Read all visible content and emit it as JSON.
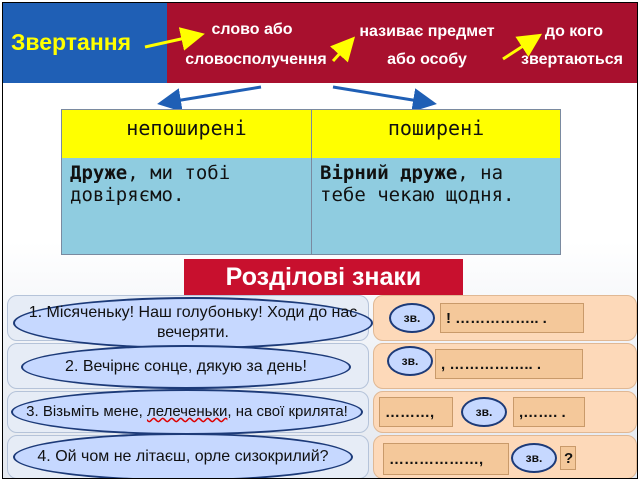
{
  "header": {
    "title": "Звертання",
    "phrase1_line1": "слово або",
    "phrase1_line2": "словосполучення",
    "phrase2_line1": "називає предмет",
    "phrase2_line2": "або особу",
    "phrase3_line1": "до кого",
    "phrase3_line2": "звертаються"
  },
  "table": {
    "col1_header": "непоширені",
    "col2_header": "поширені",
    "col1_example_bold": "Друже",
    "col1_example_rest": ", ми тобі довіряємо.",
    "col2_example_bold": "Вірний друже",
    "col2_example_rest": ", на тебе чекаю щодня."
  },
  "banner": "Розділові знаки",
  "rows": [
    {
      "sentence": "1. Місяченьку! Наш голубоньку! Ходи до нас вечеряти.",
      "badge": "зв.",
      "pattern": "! …………….. ."
    },
    {
      "sentence": "2. Вечірнє сонце, дякую за день!",
      "badge": "зв.",
      "pattern": ", …………….. ."
    },
    {
      "sentence_pre": "3. Візьміть мене, ",
      "sentence_word": "лелеченьки",
      "sentence_post": ", на свої крилята!",
      "badge": "зв.",
      "pattern_left": "………,",
      "pattern_right": ",……. ."
    },
    {
      "sentence": "4. Ой чом не літаєш, орле сизокрилий?",
      "badge": "зв.",
      "pattern_left": "………………,",
      "pattern_end": "?"
    }
  ],
  "colors": {
    "header_blue": "#1f5fb5",
    "header_red": "#a8102e",
    "title_yellow": "#ffff00",
    "table_header": "#ffff00",
    "table_body": "#8fcce0",
    "banner_red": "#c8102e",
    "panel_peach": "#fdd9b9"
  }
}
